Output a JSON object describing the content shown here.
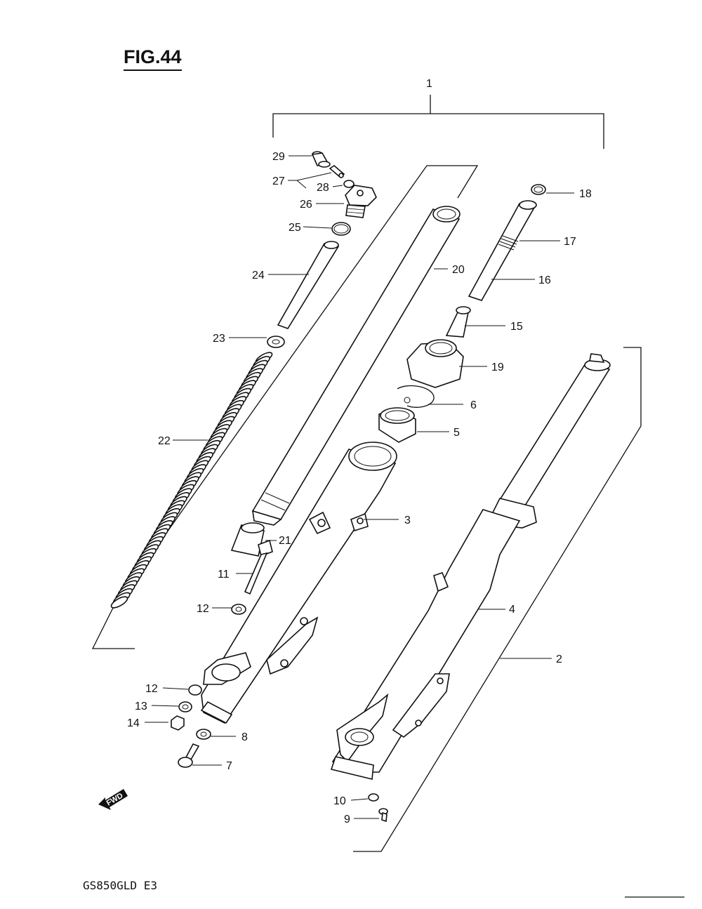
{
  "figure": {
    "title": "FIG.44",
    "model_code": "GS850GLD E3",
    "fwd_label": "FWD"
  },
  "callouts": [
    {
      "id": "1",
      "label": "1"
    },
    {
      "id": "2",
      "label": "2"
    },
    {
      "id": "3",
      "label": "3"
    },
    {
      "id": "4",
      "label": "4"
    },
    {
      "id": "5",
      "label": "5"
    },
    {
      "id": "6",
      "label": "6"
    },
    {
      "id": "7",
      "label": "7"
    },
    {
      "id": "8",
      "label": "8"
    },
    {
      "id": "9",
      "label": "9"
    },
    {
      "id": "10",
      "label": "10"
    },
    {
      "id": "11",
      "label": "11"
    },
    {
      "id": "12a",
      "label": "12"
    },
    {
      "id": "12b",
      "label": "12"
    },
    {
      "id": "13",
      "label": "13"
    },
    {
      "id": "14",
      "label": "14"
    },
    {
      "id": "15",
      "label": "15"
    },
    {
      "id": "16",
      "label": "16"
    },
    {
      "id": "17",
      "label": "17"
    },
    {
      "id": "18",
      "label": "18"
    },
    {
      "id": "19",
      "label": "19"
    },
    {
      "id": "20",
      "label": "20"
    },
    {
      "id": "21",
      "label": "21"
    },
    {
      "id": "22",
      "label": "22"
    },
    {
      "id": "23",
      "label": "23"
    },
    {
      "id": "24",
      "label": "24"
    },
    {
      "id": "25",
      "label": "25"
    },
    {
      "id": "26",
      "label": "26"
    },
    {
      "id": "27",
      "label": "27"
    },
    {
      "id": "28",
      "label": "28"
    },
    {
      "id": "29",
      "label": "29"
    }
  ]
}
